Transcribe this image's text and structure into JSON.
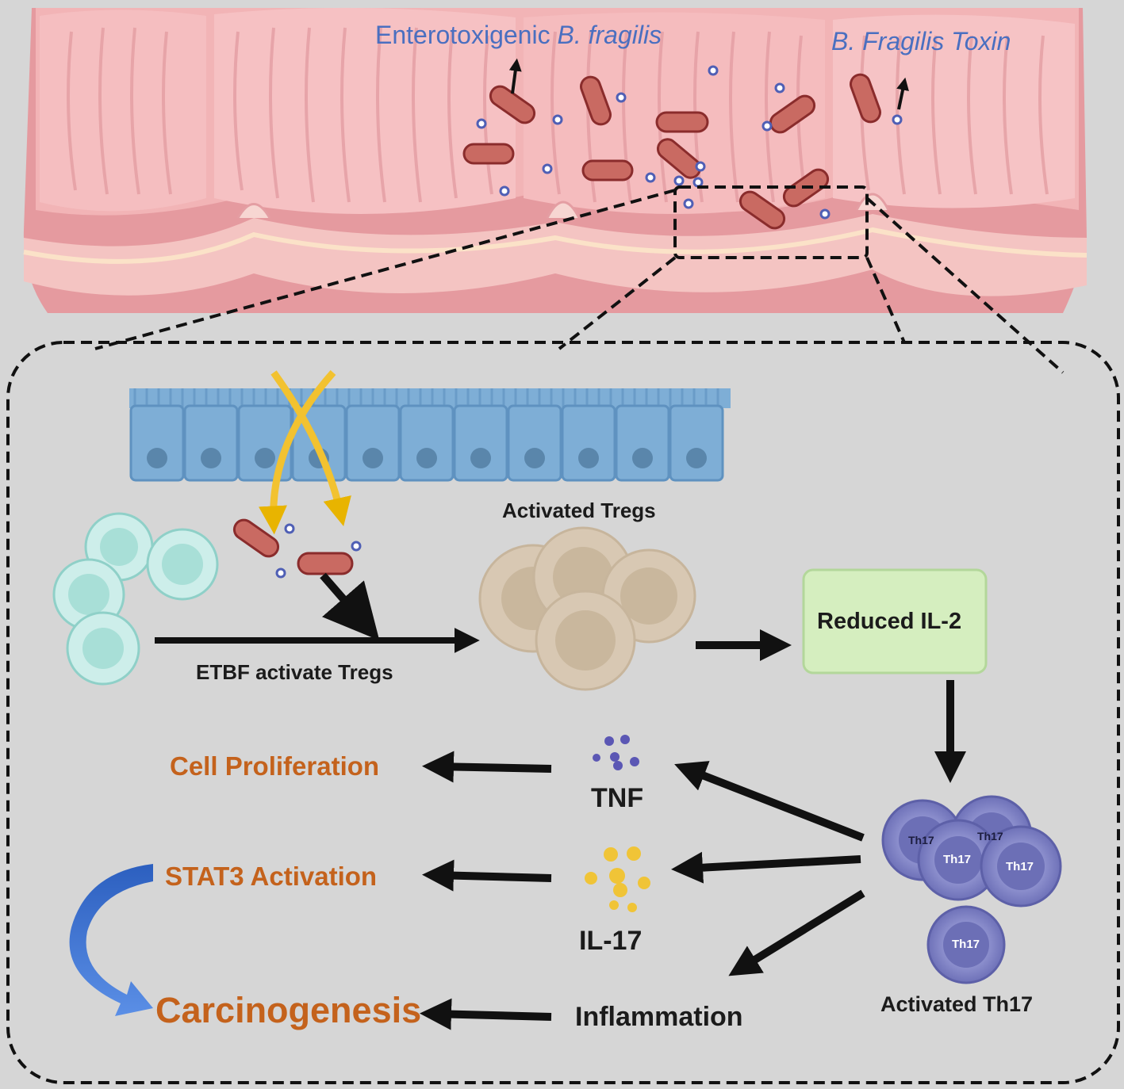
{
  "top_labels": {
    "etbf_prefix": "Enterotoxigenic ",
    "etbf_species": "B. fragilis",
    "toxin": "B. Fragilis Toxin"
  },
  "flow": {
    "etbf_activate": "ETBF activate Tregs",
    "activated_tregs": "Activated Tregs",
    "reduced_il2": "Reduced IL-2",
    "activated_th17": "Activated Th17",
    "th17_cell": "Th17",
    "tnf": "TNF",
    "il17": "IL-17",
    "inflammation": "Inflammation",
    "cell_proliferation": "Cell Proliferation",
    "stat3": "STAT3 Activation",
    "carcinogenesis": "Carcinogenesis"
  },
  "colors": {
    "tissue": "#f1b2b2",
    "epithelium": "#7eaed6",
    "treg_rest": "#c6ebe7",
    "treg_active": "#d9cbb6",
    "il2_box": "#d5eebf",
    "th17": "#7d7fc0",
    "tnf": "#5b57b4",
    "il17": "#f0c437",
    "outcome": "#c4621c",
    "curve": "#3f74cf"
  }
}
